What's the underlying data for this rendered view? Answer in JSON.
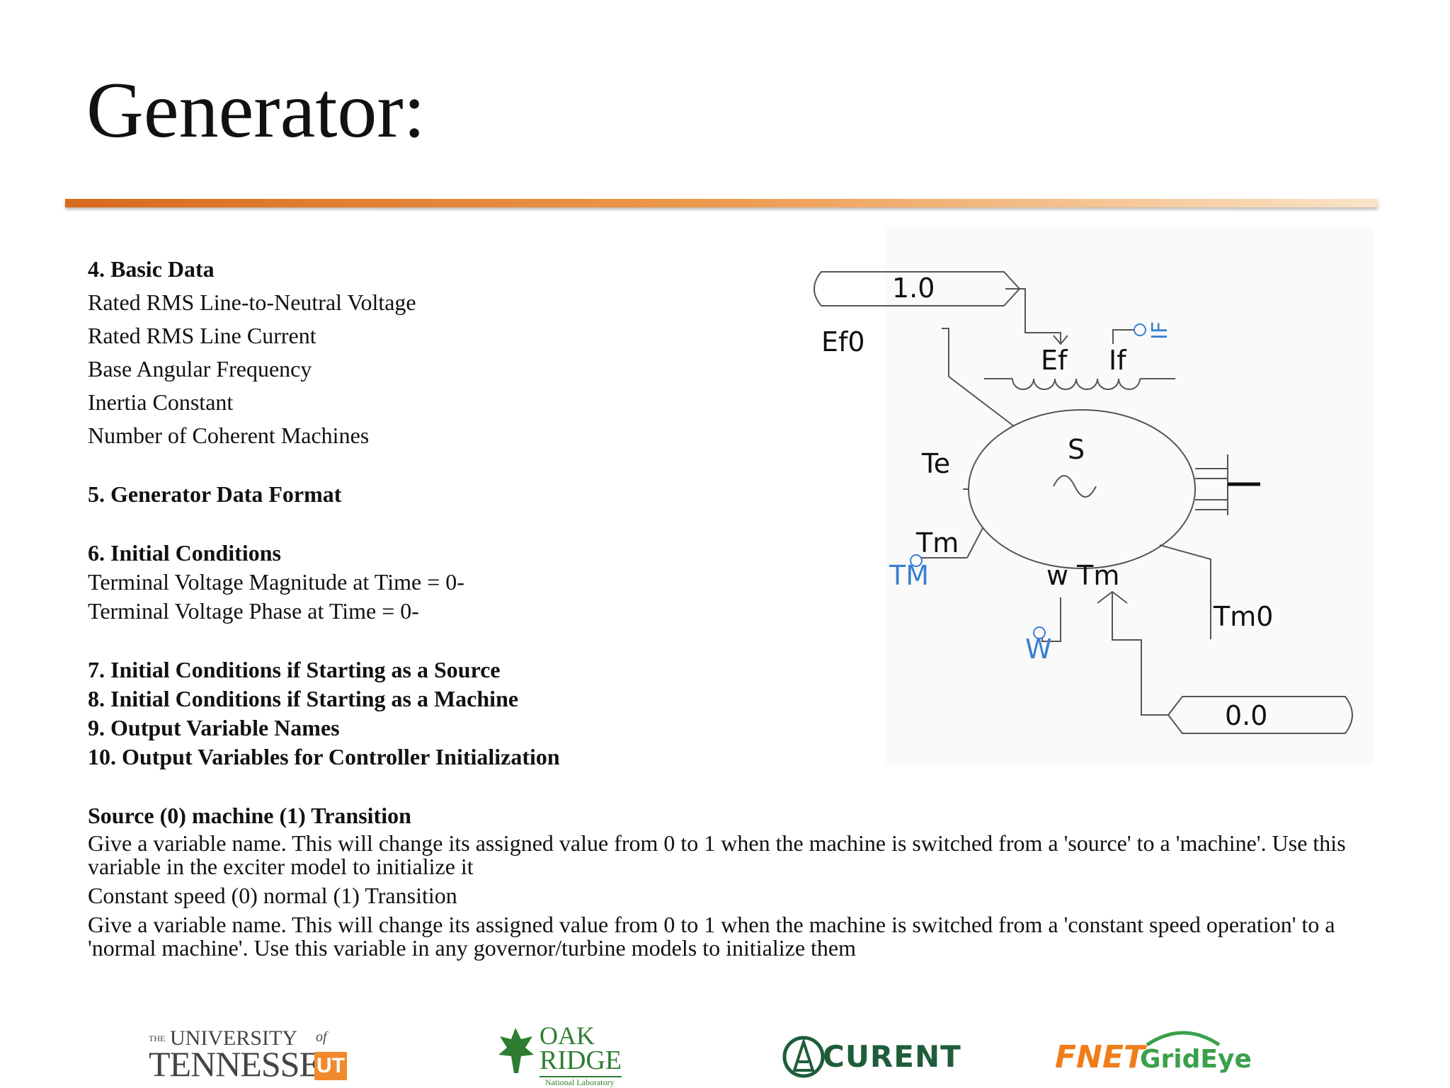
{
  "slide": {
    "title": "Generator:"
  },
  "sections": {
    "basic_data": {
      "heading": "4. Basic Data",
      "items": [
        "Rated RMS Line-to-Neutral Voltage",
        "Rated RMS Line Current",
        "Base Angular Frequency",
        "Inertia Constant",
        "Number of Coherent Machines"
      ]
    },
    "format": {
      "heading": "5. Generator Data Format"
    },
    "initial": {
      "heading": "6.  Initial Conditions",
      "items": [
        "Terminal Voltage Magnitude at Time = 0-",
        "Terminal Voltage Phase at Time = 0-"
      ]
    },
    "more": [
      "7.  Initial Conditions if Starting as a Source",
      "8.  Initial Conditions if Starting as a Machine",
      "9.  Output Variable Names",
      "10. Output Variables for Controller Initialization"
    ],
    "transition": {
      "heading": "Source (0) machine (1) Transition",
      "p1": "Give a variable name.  This will change its assigned value from 0 to 1 when the machine is switched from a 'source' to a 'machine'.  Use this variable in the exciter model to initialize it",
      "line2": "Constant speed (0) normal (1) Transition",
      "p2": "Give a variable name. This will change its assigned value from 0 to 1 when the machine is switched from a 'constant speed operation' to a 'normal machine'.  Use this variable in any governor/turbine models to initialize them"
    }
  },
  "diagram": {
    "input_top": "1.0",
    "input_bottom": "0.0",
    "labels": {
      "ef0": "Ef0",
      "ef": "Ef",
      "if": "If",
      "if_port": "IF",
      "te": "Te",
      "tm": "Tm",
      "tm_port": "TM",
      "s": "S",
      "w_tm": "w Tm",
      "w_port": "W",
      "tm0": "Tm0"
    },
    "colors": {
      "line": "#555555",
      "port": "#3a7fd0",
      "text": "#111111"
    }
  },
  "logos": {
    "ut": {
      "the": "THE",
      "university": "UNIVERSITY",
      "of": "of",
      "tennessee": "TENNESSEE",
      "badge": "UT"
    },
    "ornl": {
      "oak": "OAK",
      "ridge": "RIDGE",
      "sub": "National Laboratory"
    },
    "curent": {
      "text": "CURENT"
    },
    "fnet": {
      "fnet": "FNET",
      "grideye": "GridEye"
    }
  }
}
